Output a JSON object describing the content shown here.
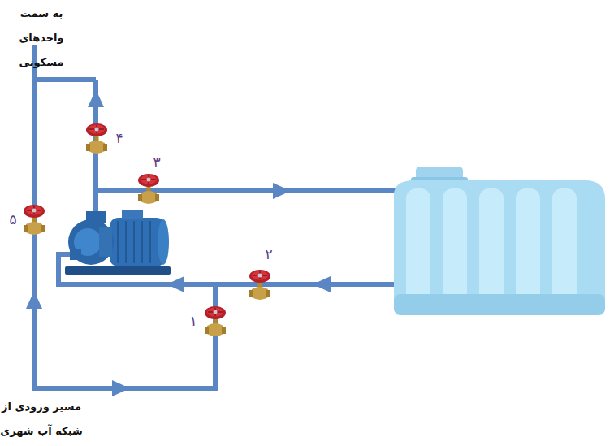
{
  "diagram": {
    "labels": [
      "به سمت واحدهای مسکونی",
      "۴",
      "۳",
      "۵",
      "۲",
      "۱",
      "مسیر ورودی از شبکه آب شهری"
    ]
  }
}
